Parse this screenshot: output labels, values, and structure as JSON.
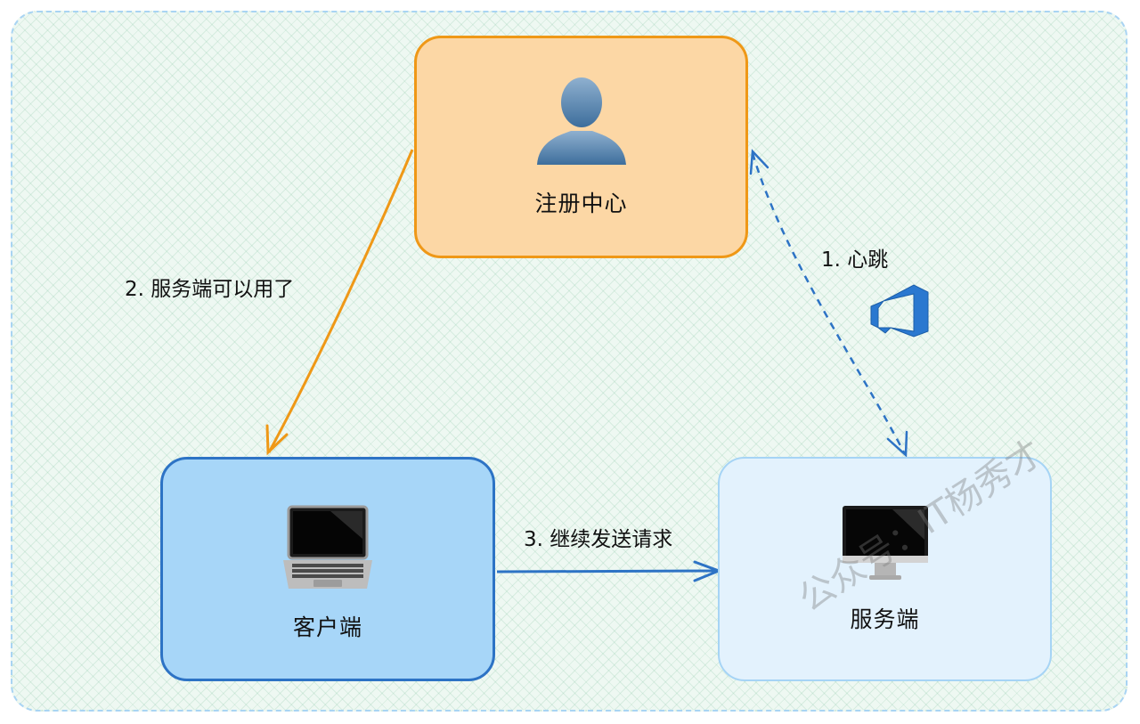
{
  "nodes": {
    "registry": {
      "label": "注册中心",
      "icon": "person-icon"
    },
    "client": {
      "label": "客户端",
      "icon": "laptop-icon"
    },
    "server": {
      "label": "服务端",
      "icon": "monitor-icon"
    }
  },
  "edges": {
    "heartbeat": {
      "label": "1. 心跳",
      "style": "dashed-bidirectional",
      "color": "#2d73c5"
    },
    "available": {
      "label": "2. 服务端可以用了",
      "style": "solid",
      "color": "#ef9817"
    },
    "request": {
      "label": "3. 继续发送请求",
      "style": "solid",
      "color": "#2d73c5"
    }
  },
  "decor_icon": "azure-devops-icon",
  "watermark": "公众号：IT杨秀才",
  "colors": {
    "registry_fill": "#fcd7a5",
    "registry_border": "#ef9817",
    "client_fill": "#a7d6f8",
    "client_border": "#2d73c5",
    "server_fill": "#e3f2fd",
    "server_border": "#a6d4f5",
    "frame_border": "#a9d4f3"
  }
}
